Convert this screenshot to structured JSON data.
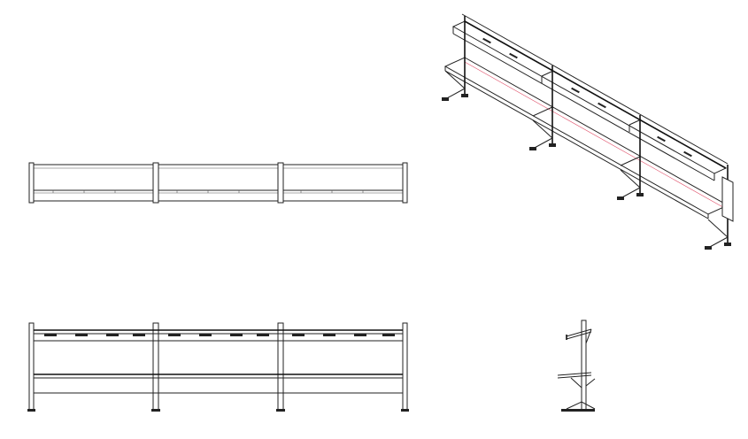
{
  "drawing": {
    "views": [
      "top-view",
      "isometric-view",
      "front-view",
      "side-view"
    ],
    "bays": 3,
    "colors": {
      "line": "#222222",
      "accent": "#e0506a",
      "background": "#ffffff"
    }
  }
}
